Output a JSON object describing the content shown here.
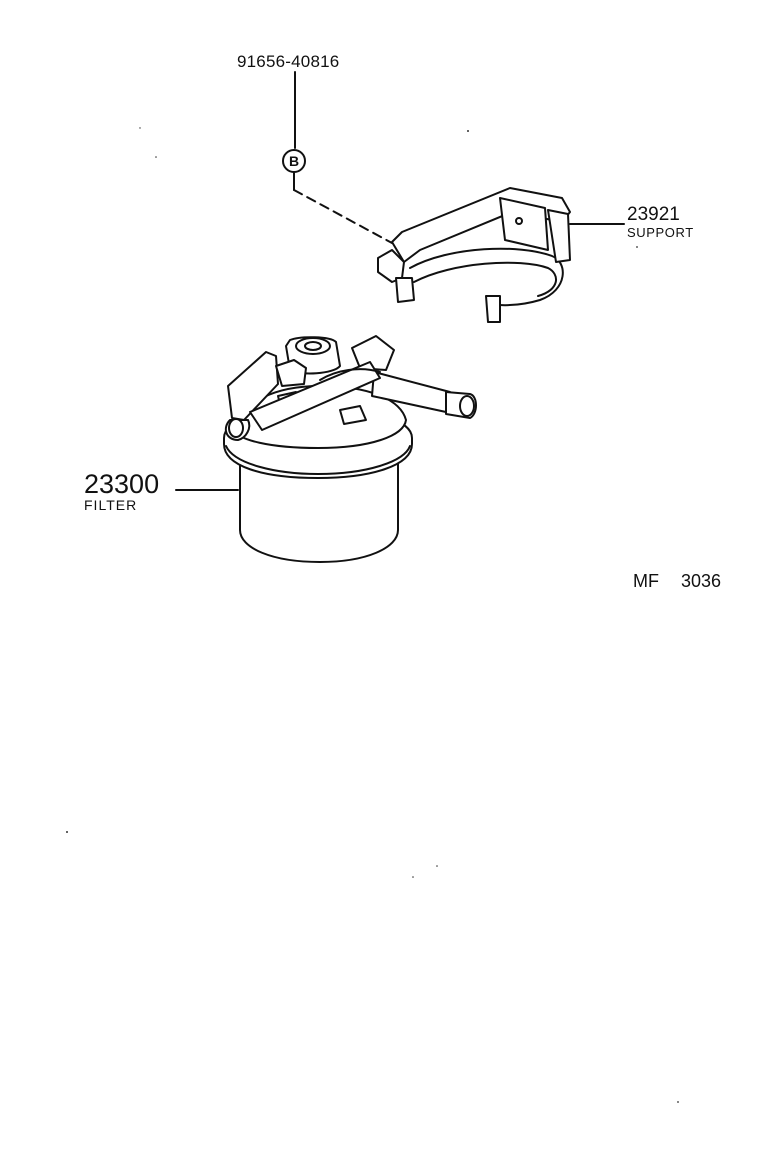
{
  "parts": {
    "bolt": {
      "number": "91656-40816",
      "callout": "B"
    },
    "support": {
      "number": "23921",
      "name": "SUPPORT"
    },
    "filter": {
      "number": "23300",
      "name": "FILTER"
    }
  },
  "figure_code": "MF  3036",
  "colors": {
    "ink": "#111111",
    "paper": "#ffffff"
  }
}
